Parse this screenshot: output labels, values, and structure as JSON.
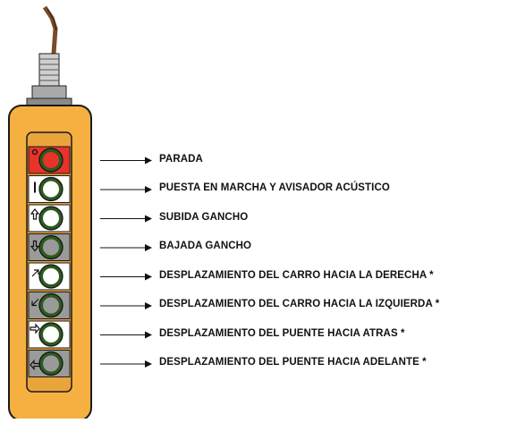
{
  "diagram": {
    "colors": {
      "housing": "#F5B041",
      "housing_outline": "#1a1a1a",
      "stop_panel": "#E8332A",
      "grey_panel": "#9a9a9a",
      "white_panel": "#ffffff",
      "button_ring": "#2d5a1e",
      "cable": "#7a4a2a"
    },
    "buttons": [
      {
        "label": "PARADA",
        "panel": "stop",
        "symbol": "dot"
      },
      {
        "label": "PUESTA EN MARCHA Y AVISADOR ACÚSTICO",
        "panel": "white",
        "symbol": "bar"
      },
      {
        "label": "SUBIDA GANCHO",
        "panel": "white",
        "symbol": "arrow-up"
      },
      {
        "label": "BAJADA GANCHO",
        "panel": "grey",
        "symbol": "arrow-down"
      },
      {
        "label": "DESPLAZAMIENTO DEL CARRO HACIA LA DERECHA *",
        "panel": "white",
        "symbol": "arrow-up-right"
      },
      {
        "label": "DESPLAZAMIENTO DEL CARRO HACIA LA IZQUIERDA *",
        "panel": "grey",
        "symbol": "arrow-down-left"
      },
      {
        "label": "DESPLAZAMIENTO DEL PUENTE HACIA ATRAS *",
        "panel": "white",
        "symbol": "arrow-right"
      },
      {
        "label": "DESPLAZAMIENTO DEL PUENTE HACIA ADELANTE *",
        "panel": "grey",
        "symbol": "arrow-left"
      }
    ]
  }
}
